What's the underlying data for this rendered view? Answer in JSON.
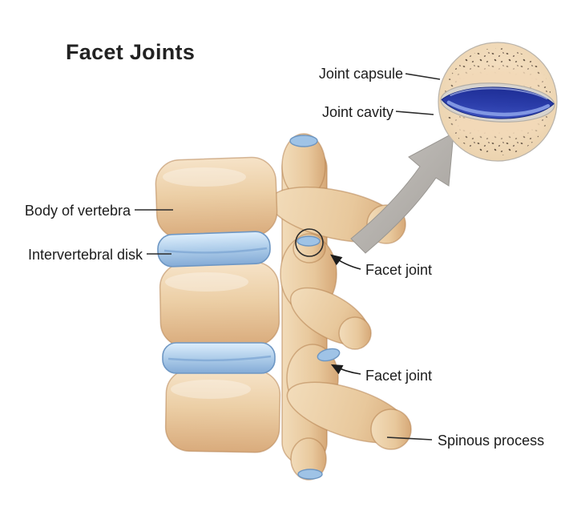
{
  "title": "Facet Joints",
  "inset_labels": {
    "joint_capsule": "Joint capsule",
    "joint_cavity": "Joint cavity"
  },
  "spine_labels": {
    "body_of_vertebra": "Body of vertebra",
    "intervertebral_disk": "Intervertebral disk",
    "facet_joint_upper": "Facet joint",
    "facet_joint_lower": "Facet joint",
    "spinous_process": "Spinous process"
  },
  "colors": {
    "background": "#ffffff",
    "bone": "#eccfa6",
    "bone_shadow": "#d9ab7c",
    "disk_blue": "#aecdea",
    "joint_cavity_blue": "#2a3ba6",
    "capsule_gray": "#d8d4ce",
    "magnify_arrow_gray": "#b4b1ad",
    "text": "#1c1c1c"
  }
}
